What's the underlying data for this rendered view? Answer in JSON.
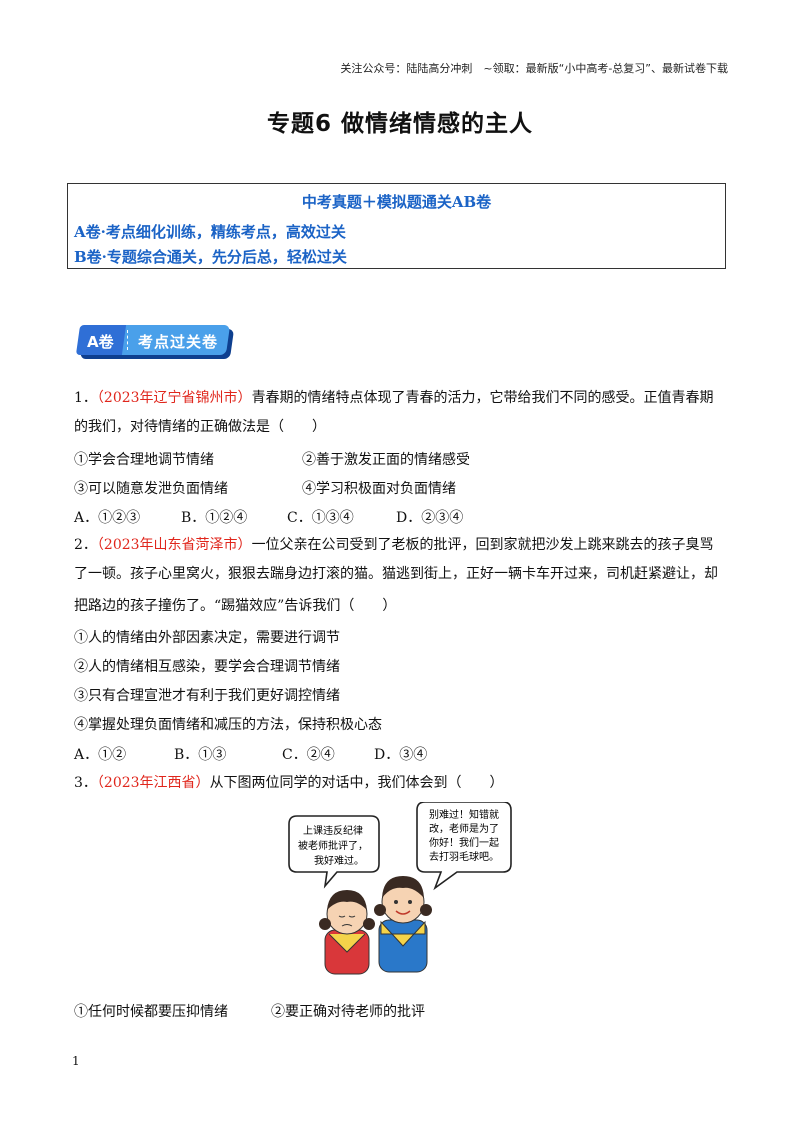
{
  "header_note": "关注公众号：陆陆高分冲刺　~领取：最新版“小中高考-总复习”、最新试卷下载",
  "title": "专题6  做情绪情感的主人",
  "box": {
    "heading": "中考真题＋模拟题通关AB卷",
    "line_a": "A卷·考点细化训练，精练考点，高效过关",
    "line_b": "B卷·专题综合通关，先分后总，轻松过关"
  },
  "banner": {
    "part1": "A卷",
    "part2": "考点过关卷"
  },
  "q1": {
    "num": "1．",
    "source": "（2023年辽宁省锦州市）",
    "text1": "青春期的情绪特点体现了青春的活力，它带给我们不同的感受。正值青春期",
    "text2": "的我们，对待情绪的正确做法是（　　）",
    "s1": "①学会合理地调节情绪",
    "s2": "②善于激发正面的情绪感受",
    "s3": "③可以随意发泄负面情绪",
    "s4": "④学习积极面对负面情绪",
    "opts": [
      "A．①②③",
      "B．①②④",
      "C．①③④",
      "D．②③④"
    ]
  },
  "q2": {
    "num": "2．",
    "source": "（2023年山东省菏泽市）",
    "text1": "一位父亲在公司受到了老板的批评，回到家就把沙发上跳来跳去的孩子臭骂",
    "text2": "了一顿。孩子心里窝火，狠狠去踹身边打滚的猫。猫逃到街上，正好一辆卡车开过来，司机赶紧避让，却",
    "text3": "把路边的孩子撞伤了。“踢猫效应”告诉我们（　　）",
    "s1": "①人的情绪由外部因素决定，需要进行调节",
    "s2": "②人的情绪相互感染，要学会合理调节情绪",
    "s3": "③只有合理宣泄才有利于我们更好调控情绪",
    "s4": "④掌握处理负面情绪和减压的方法，保持积极心态",
    "opts": [
      "A．①②",
      "B．①③",
      "C．②④",
      "D．③④"
    ]
  },
  "q3": {
    "num": "3．",
    "source": "（2023年江西省）",
    "text1": "从下图两位同学的对话中，我们体会到（　　）",
    "bubble_left": [
      "上课违反纪律",
      "被老师批评了，",
      "我好难过。"
    ],
    "bubble_right": [
      "别难过！知错就",
      "改，老师是为了",
      "你好！我们一起",
      "去打羽毛球吧。"
    ],
    "s1": "①任何时候都要压抑情绪",
    "s2": "②要正确对待老师的批评"
  },
  "page_number": "1",
  "colors": {
    "accent_blue": "#1b63c6",
    "source_red": "#e0261c",
    "banner_blue": "#2f6fd6"
  }
}
